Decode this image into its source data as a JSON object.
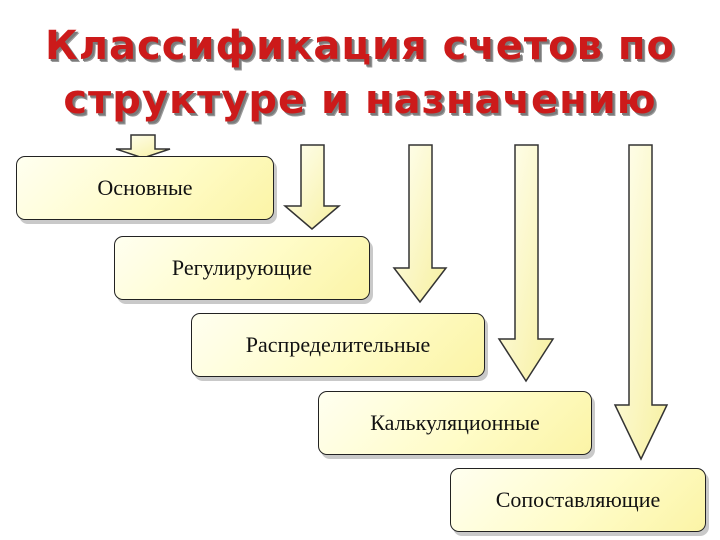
{
  "title": {
    "line1": "Классификация счетов по",
    "line2": "структуре и назначению"
  },
  "categories": [
    "Основные",
    "Регулирующие",
    "Распределительные",
    "Калькуляционные",
    "Сопоставляющие"
  ],
  "colors": {
    "title": "#cc1a1a",
    "title_shadow": "#7a7a7a",
    "box_fill": "#fffcc8",
    "box_border": "#222222",
    "arrow_fill": "#fbf7b0",
    "arrow_stroke": "#333333"
  }
}
